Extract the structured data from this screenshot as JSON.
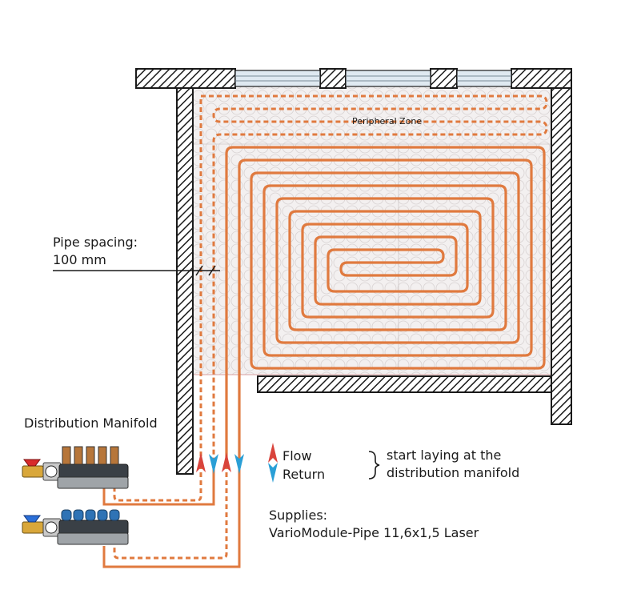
{
  "labels": {
    "peripheral_zone": "Peripheral Zone",
    "pipe_spacing_line1": "Pipe spacing:",
    "pipe_spacing_line2": "100 mm",
    "distribution_manifold": "Distribution Manifold",
    "flow": "Flow",
    "return": "Return",
    "note_line1": "start laying at the",
    "note_line2": "distribution manifold",
    "supplies_line1": "Supplies:",
    "supplies_line2": "VarioModule-Pipe 11,6x1,5 Laser"
  },
  "colors": {
    "pipe": "#e07a3f",
    "flow_arrow": "#d9443c",
    "return_arrow": "#2a9fd6",
    "wall": "#1a1a1a",
    "floor_panel": "#f3f0f0",
    "window_glass": "#dfe9f1"
  },
  "icons": [
    "flow-arrow-icon",
    "return-arrow-icon",
    "brace-icon",
    "valve-red-icon",
    "valve-blue-icon",
    "thermometer-icon"
  ]
}
